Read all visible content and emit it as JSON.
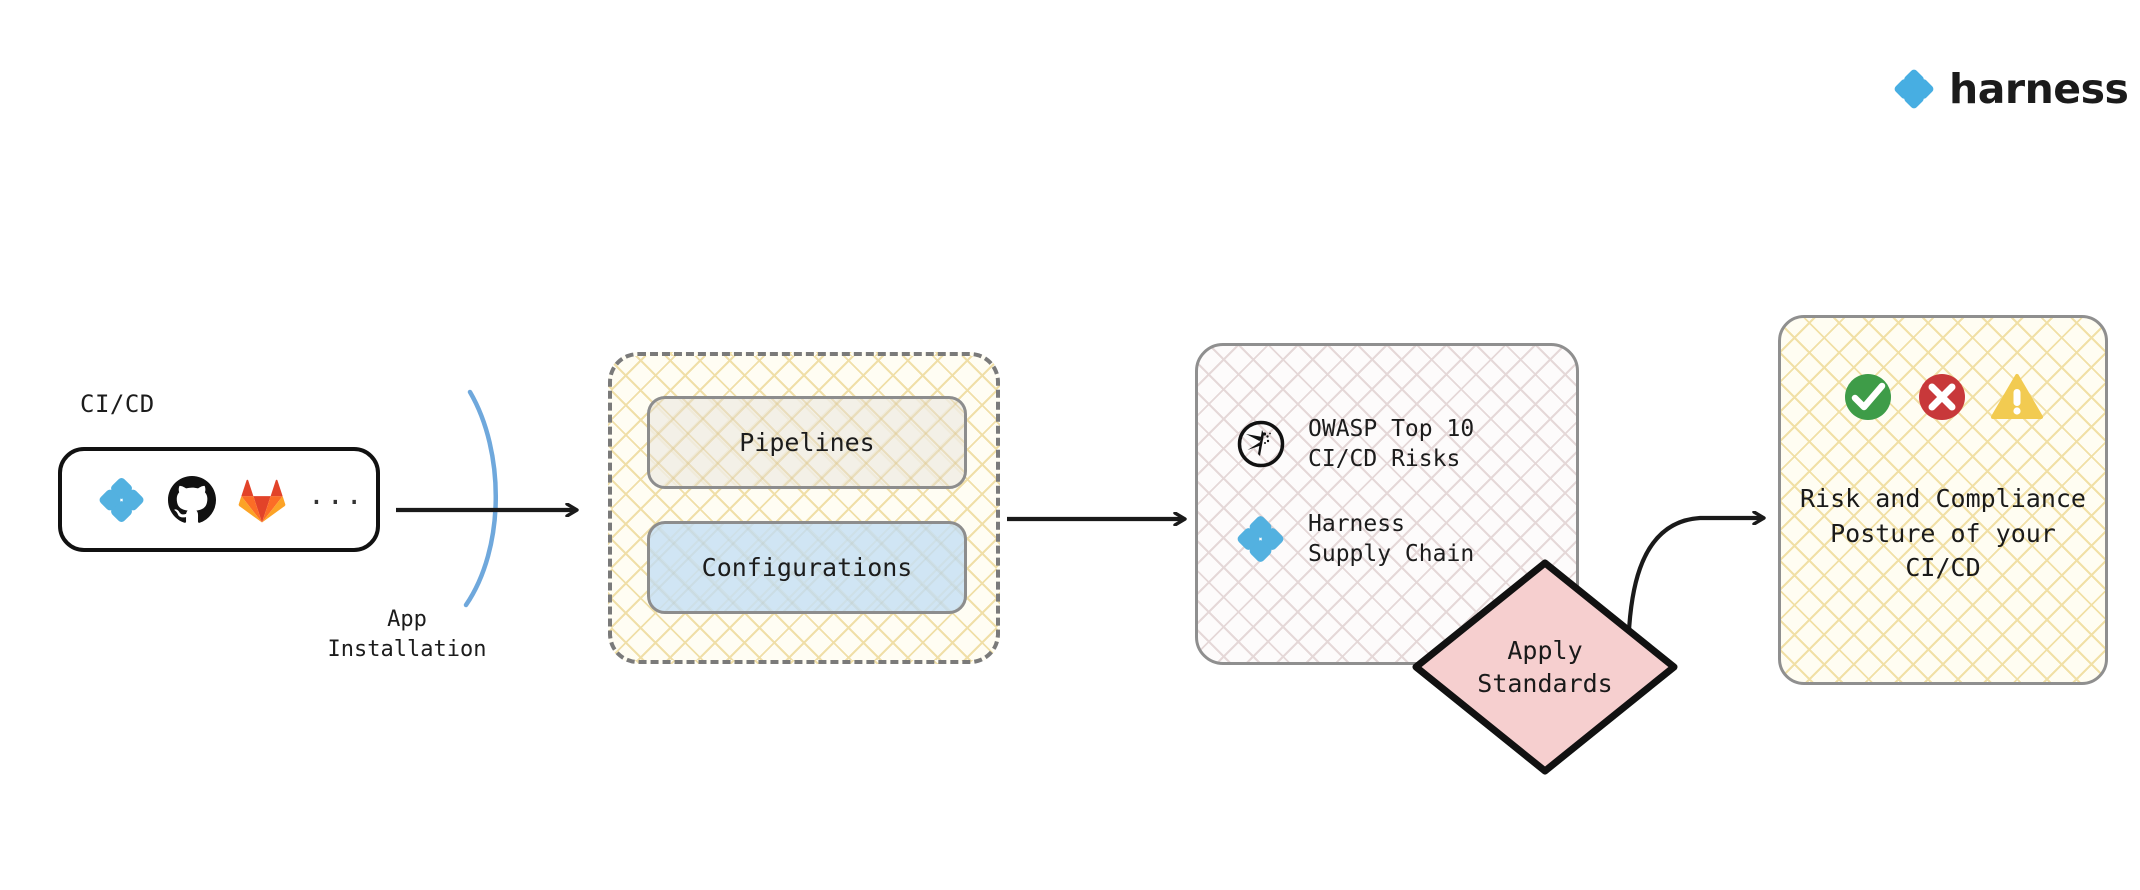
{
  "brand": {
    "name": "harness",
    "logo_icon": "harness-diamond-icon",
    "accent_color": "#47AEE2",
    "wordmark_color": "#1B1B1B"
  },
  "source_group": {
    "label": "CI/CD",
    "tools": [
      {
        "icon": "harness-diamond-icon",
        "name": "Harness",
        "color": "#53B1E0"
      },
      {
        "icon": "github-icon",
        "name": "GitHub",
        "color": "#111111"
      },
      {
        "icon": "gitlab-icon",
        "name": "GitLab",
        "color": "#E24329"
      }
    ],
    "more_label": "..."
  },
  "boundary": {
    "label": "App\nInstallation",
    "arc_color": "#6FA8DC"
  },
  "scanned_assets": {
    "container_style": "dashed-hatched",
    "items": [
      {
        "label": "Pipelines",
        "fill": "#F0ECE4"
      },
      {
        "label": "Configurations",
        "fill": "#C8E1F3"
      }
    ]
  },
  "standards": {
    "rows": [
      {
        "icon": "owasp-dragonfly-icon",
        "text": "OWASP Top 10\nCI/CD Risks"
      },
      {
        "icon": "harness-diamond-icon",
        "text": "Harness\nSupply Chain"
      }
    ]
  },
  "apply_node": {
    "label_line1": "Apply",
    "label_line2": "Standards",
    "fill": "#F6CFCF",
    "stroke": "#111111"
  },
  "outcome": {
    "status_icons": [
      {
        "icon": "check-circle-icon",
        "name": "pass",
        "color": "#3E9C48"
      },
      {
        "icon": "x-circle-icon",
        "name": "fail",
        "color": "#C8383A"
      },
      {
        "icon": "warning-triangle-icon",
        "name": "warning",
        "color": "#F2CB51"
      }
    ],
    "text": "Risk and Compliance\nPosture of your\nCI/CD"
  },
  "connectors": {
    "arrow_color": "#1A1A1A",
    "source_to_assets": "straight-arrow",
    "assets_to_standards": "straight-arrow",
    "apply_to_outcome": "curved-arrow"
  }
}
